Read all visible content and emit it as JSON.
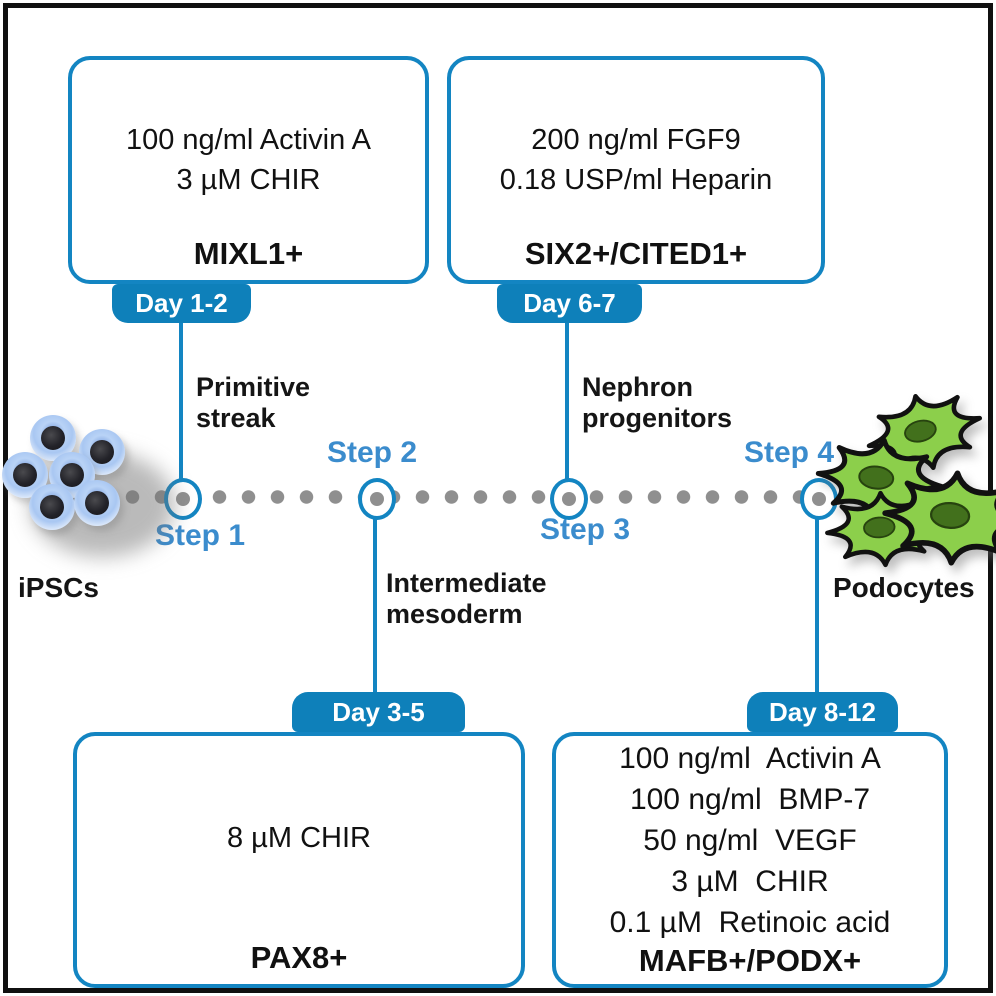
{
  "palette": {
    "accent_blue": "#1385c2",
    "badge_blue": "#0e80ba",
    "step_label_blue": "#3b8ccd",
    "timeline_dot_gray": "#8f8f8f",
    "ipsc_cell_blue": "#b9d3f6",
    "podocyte_green": "#8ccf4b"
  },
  "protocol_boxes": {
    "step1": {
      "reagents": [
        "100 ng/ml Activin A",
        "3 µM CHIR"
      ],
      "marker": "MIXL1+",
      "day_badge": "Day 1-2"
    },
    "step2": {
      "reagents": [
        "8 µM CHIR"
      ],
      "marker": "PAX8+",
      "day_badge": "Day 3-5"
    },
    "step3": {
      "reagents": [
        "200 ng/ml FGF9",
        "0.18 USP/ml Heparin"
      ],
      "marker": "SIX2+/CITED1+",
      "day_badge": "Day 6-7"
    },
    "step4": {
      "reagents": [
        "100 ng/ml  Activin A",
        "100 ng/ml  BMP-7",
        "50 ng/ml  VEGF",
        "3 µM  CHIR",
        "0.1 µM  Retinoic acid"
      ],
      "marker": "MAFB+/PODX+",
      "day_badge": "Day 8-12"
    }
  },
  "timeline": {
    "step_labels": [
      "Step 1",
      "Step 2",
      "Step 3",
      "Step 4"
    ],
    "stage_labels": [
      {
        "line1": "Primitive",
        "line2": "streak"
      },
      {
        "line1": "Intermediate",
        "line2": "mesoderm"
      },
      {
        "line1": "Nephron",
        "line2": "progenitors"
      }
    ],
    "start_cell_label": "iPSCs",
    "end_cell_label": "Podocytes"
  }
}
